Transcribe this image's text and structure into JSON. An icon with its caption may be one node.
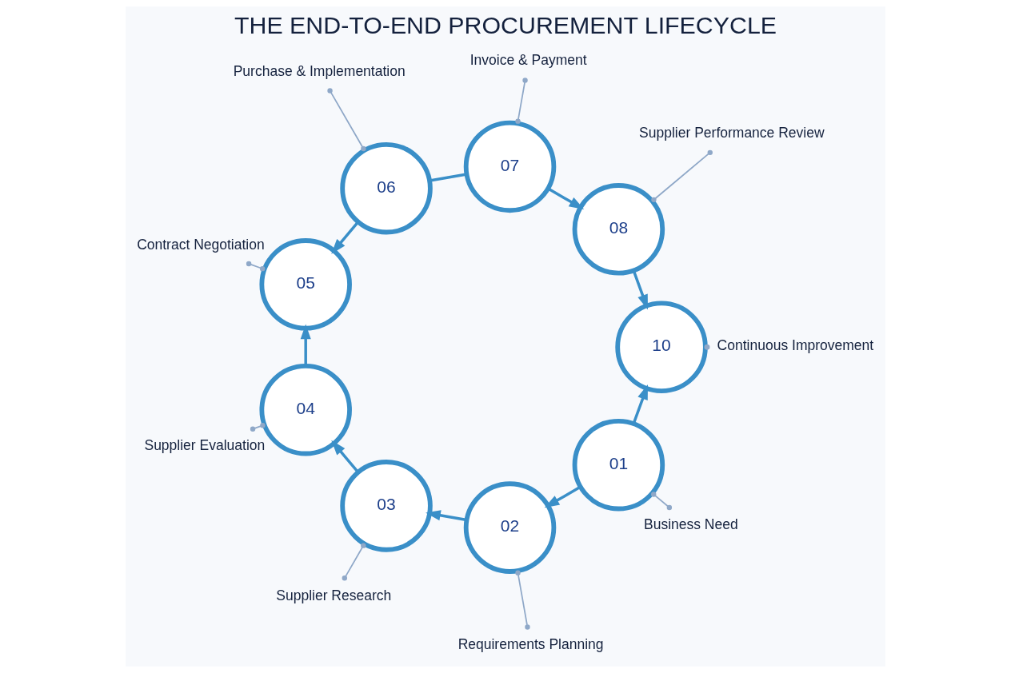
{
  "diagram": {
    "title": "THE END-TO-END PROCUREMENT LIFECYCLE",
    "nodes": [
      {
        "text": [
          "01"
        ]
      },
      {
        "text": [
          "02"
        ]
      },
      {
        "text": [
          "03"
        ]
      },
      {
        "text": [
          "04"
        ]
      },
      {
        "text": [
          "05"
        ]
      },
      {
        "text": [
          "06"
        ]
      },
      {
        "text": [
          "07"
        ]
      },
      {
        "text": [
          "08"
        ]
      },
      {
        "text": [
          "10"
        ]
      },
      {
        "text": [
          "Business Need"
        ]
      },
      {
        "text": [
          "Requirements Planning"
        ]
      },
      {
        "text": [
          "Supplier Research"
        ]
      },
      {
        "text": [
          "Supplier Evaluation"
        ]
      },
      {
        "text": [
          "Contract Negotiation"
        ]
      },
      {
        "text": [
          "Purchase & Implementation"
        ]
      },
      {
        "text": [
          "Invoice & Payment"
        ]
      },
      {
        "text": [
          "Supplier Performance Review"
        ]
      },
      {
        "text": [
          "Continuous Improvement"
        ]
      }
    ],
    "edges": [
      {
        "from": 0,
        "to": 1,
        "arrow": "to"
      },
      {
        "from": 1,
        "to": 2,
        "arrow": "to"
      },
      {
        "from": 2,
        "to": 3,
        "arrow": "to"
      },
      {
        "from": 3,
        "to": 4,
        "arrow": "to"
      },
      {
        "from": 5,
        "to": 4,
        "arrow": "to"
      },
      {
        "from": 6,
        "to": 5,
        "arrow": "none"
      },
      {
        "from": 6,
        "to": 7,
        "arrow": "to"
      },
      {
        "from": 7,
        "to": 8,
        "arrow": "to"
      },
      {
        "from": 0,
        "to": 8,
        "arrow": "to"
      },
      {
        "from": 9,
        "to": 0,
        "arrow": "other"
      },
      {
        "from": 10,
        "to": 1,
        "arrow": "other"
      },
      {
        "from": 11,
        "to": 2,
        "arrow": "other"
      },
      {
        "from": 12,
        "to": 3,
        "arrow": "other"
      },
      {
        "from": 13,
        "to": 4,
        "arrow": "other"
      },
      {
        "from": 14,
        "to": 5,
        "arrow": "other"
      },
      {
        "from": 15,
        "to": 6,
        "arrow": "other"
      },
      {
        "from": 16,
        "to": 7,
        "arrow": "other"
      },
      {
        "from": 17,
        "to": 8,
        "arrow": "other"
      }
    ]
  }
}
